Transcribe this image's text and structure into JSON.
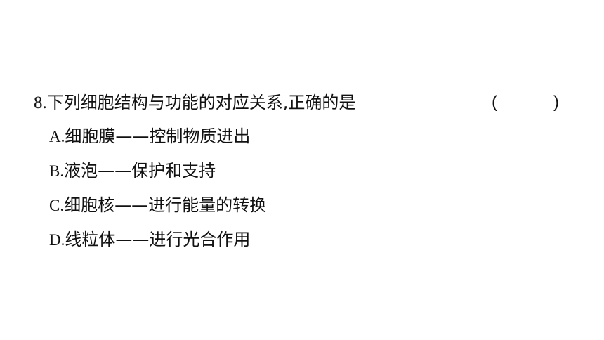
{
  "question": {
    "number": "8.",
    "stem": "下列细胞结构与功能的对应关系,正确的是",
    "bracket_open": "(",
    "bracket_close": ")",
    "options": [
      {
        "letter": "A.",
        "text": "细胞膜——控制物质进出"
      },
      {
        "letter": "B.",
        "text": "液泡——保护和支持"
      },
      {
        "letter": "C.",
        "text": "细胞核——进行能量的转换"
      },
      {
        "letter": "D.",
        "text": "线粒体——进行光合作用"
      }
    ]
  }
}
